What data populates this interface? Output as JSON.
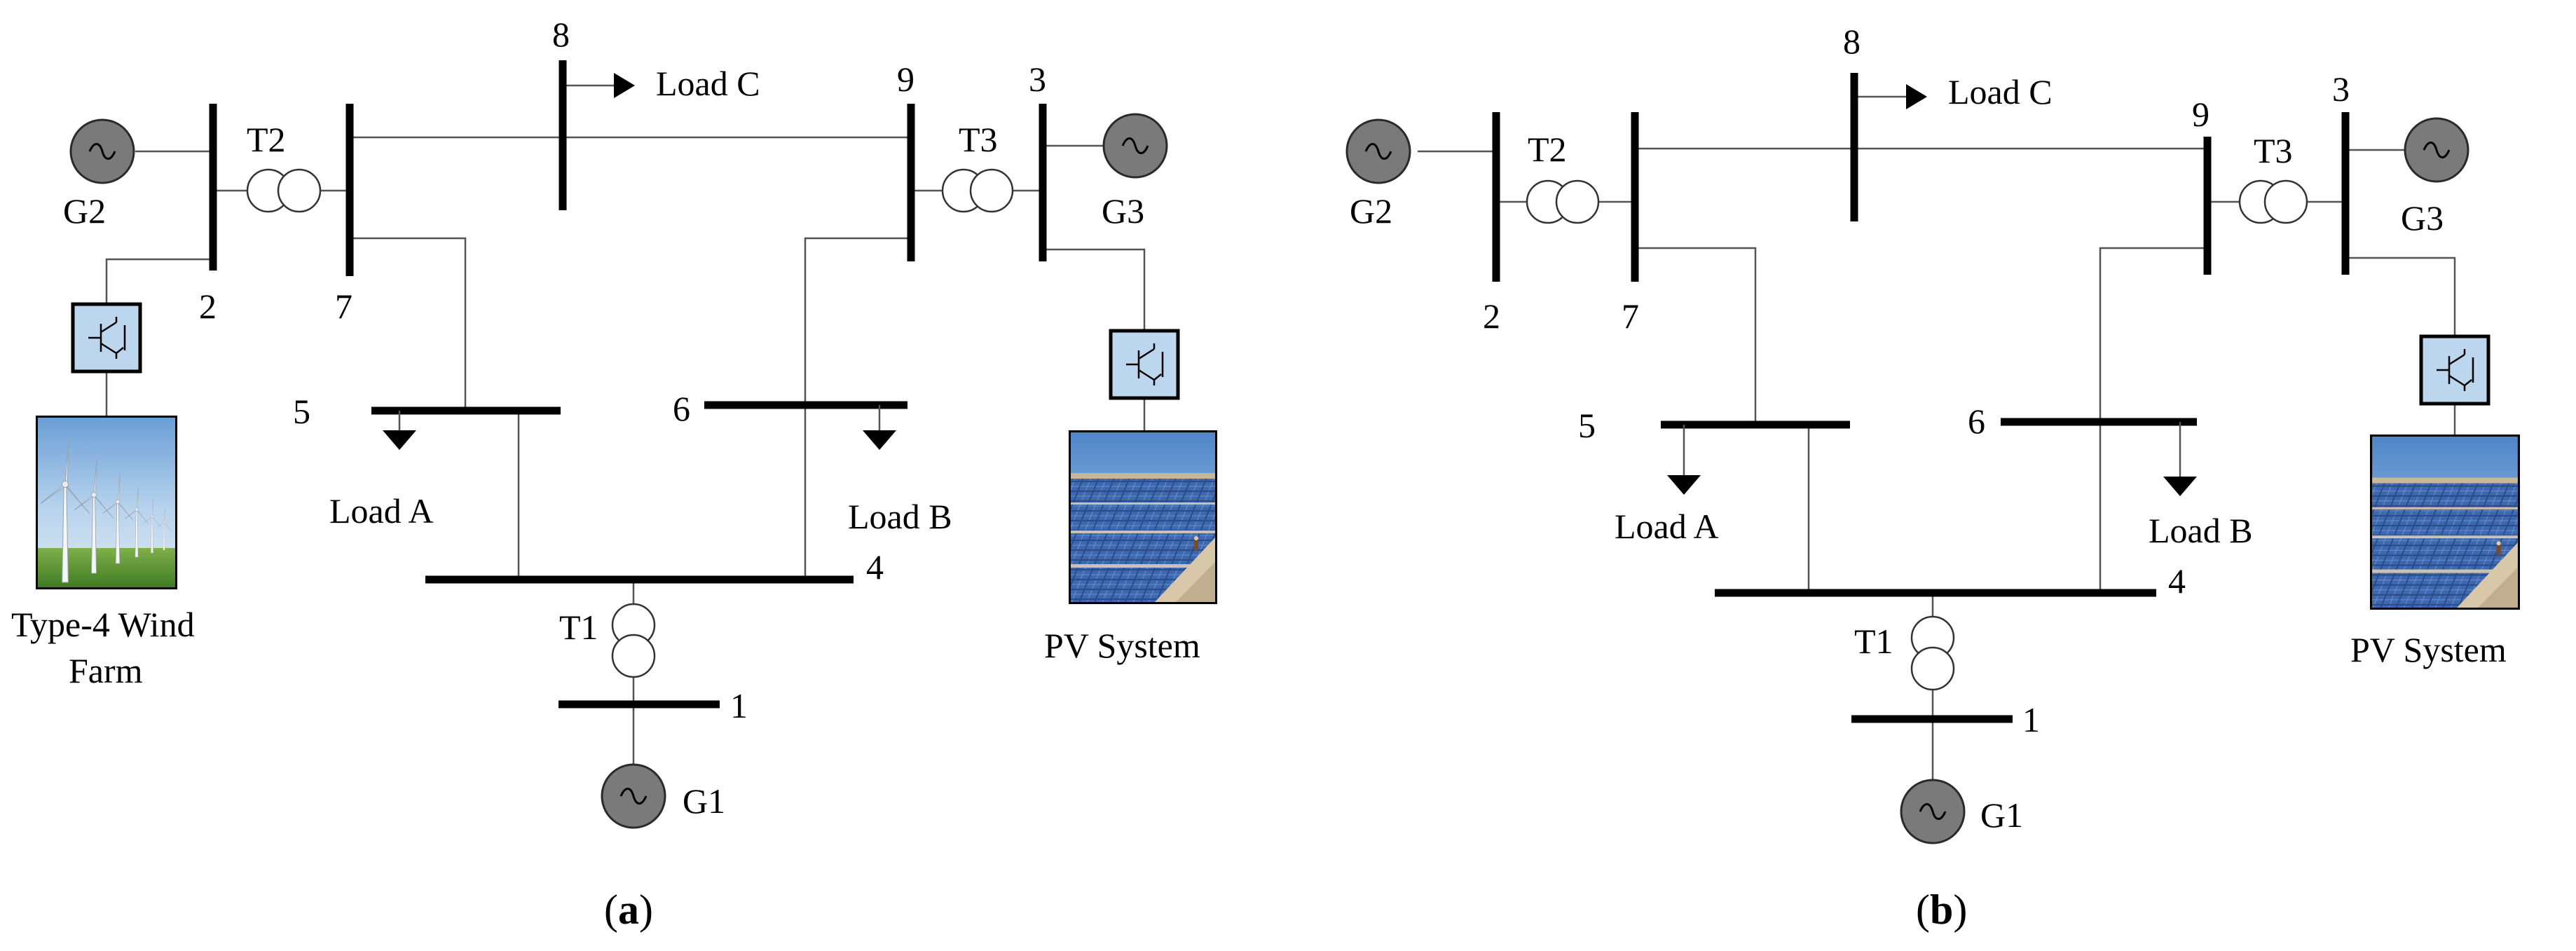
{
  "panels": [
    {
      "caption": "a",
      "buses": {
        "b1": "1",
        "b2": "2",
        "b3": "3",
        "b4": "4",
        "b5": "5",
        "b6": "6",
        "b7": "7",
        "b8": "8",
        "b9": "9"
      },
      "transformers": {
        "t1": "T1",
        "t2": "T2",
        "t3": "T3"
      },
      "generators": {
        "g1": "G1",
        "g2": "G2",
        "g3": "G3"
      },
      "loads": {
        "a": "Load A",
        "b": "Load B",
        "c": "Load C"
      },
      "wind_label": [
        "Type-4 Wind",
        "Farm"
      ],
      "pv_label": "PV System"
    },
    {
      "caption": "b",
      "buses": {
        "b1": "1",
        "b2": "2",
        "b3": "3",
        "b4": "4",
        "b5": "5",
        "b6": "6",
        "b7": "7",
        "b8": "8",
        "b9": "9"
      },
      "transformers": {
        "t1": "T1",
        "t2": "T2",
        "t3": "T3"
      },
      "generators": {
        "g1": "G1",
        "g2": "G2",
        "g3": "G3"
      },
      "loads": {
        "a": "Load A",
        "b": "Load B",
        "c": "Load C"
      },
      "pv_label": "PV System"
    }
  ],
  "colors": {
    "generator_fill": "#7a7a7a",
    "converter_fill": "#bcd6ee",
    "bus": "#000000",
    "wire": "#555555"
  },
  "icons": {
    "generator": "ac-source-circle-icon",
    "transformer": "two-winding-transformer-icon",
    "converter": "igbt-converter-icon",
    "load": "load-arrow-icon",
    "wind": "wind-turbine-photo-icon",
    "pv": "solar-panel-photo-icon"
  }
}
